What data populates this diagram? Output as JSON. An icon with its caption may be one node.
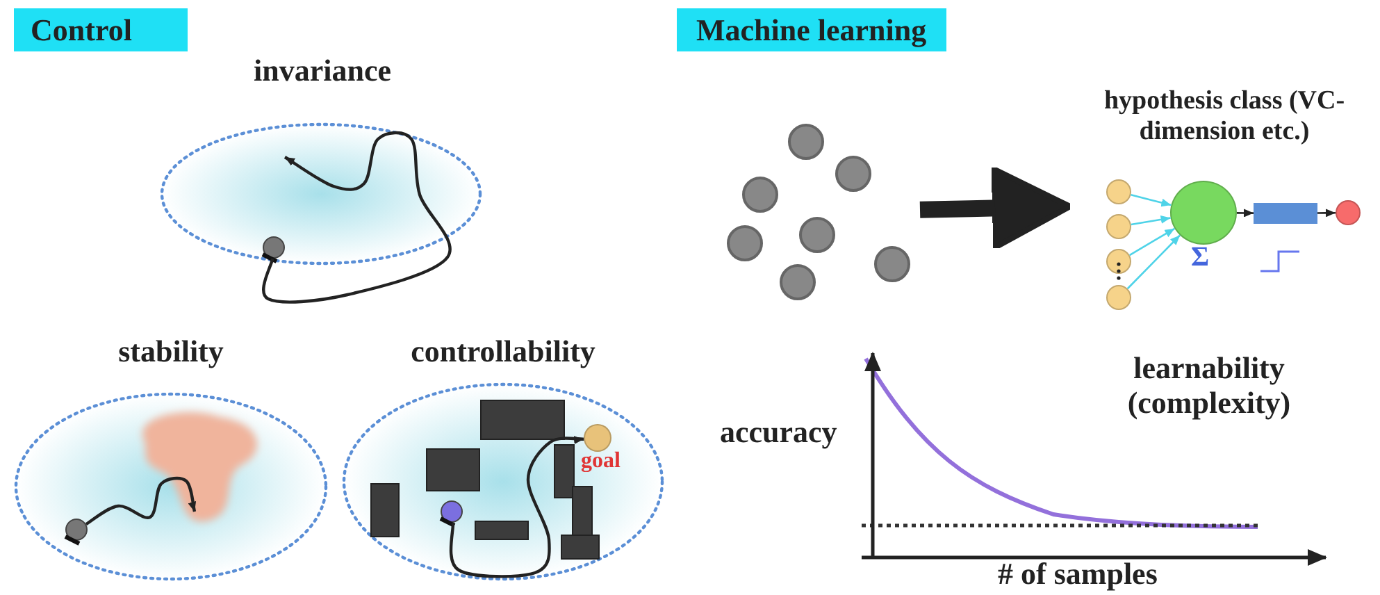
{
  "diagram": {
    "nodes": [
      {
        "text": [
          "invariance"
        ]
      },
      {
        "text": [],
        "shape": "circle",
        "in": 0
      },
      {
        "text": [
          "stability"
        ]
      },
      {
        "text": [],
        "shape": "circle",
        "in": 2
      },
      {
        "text": [
          "controllability"
        ]
      },
      {
        "text": [],
        "shape": "circle",
        "in": 4
      },
      {
        "text": [],
        "shape": "circle",
        "in": 4,
        "beside": [
          "goal"
        ]
      },
      {
        "text": [],
        "shape": "picture"
      },
      {
        "text": [
          "hypothesis class (VC-dimension etc.)"
        ]
      },
      {
        "text": [],
        "shape": "circle",
        "in": 8
      },
      {
        "text": [],
        "shape": "circle",
        "in": 8
      },
      {
        "text": [],
        "shape": "circle",
        "in": 8
      },
      {
        "text": [],
        "shape": "circle",
        "in": 8
      },
      {
        "text": [],
        "shape": "circle",
        "in": 8,
        "beside": [
          "Σ"
        ]
      },
      {
        "text": [],
        "shape": "box",
        "in": 8
      },
      {
        "text": [],
        "shape": "circle",
        "in": 8
      }
    ],
    "edges": [
      {
        "from": 1,
        "to": null,
        "arrow": "to"
      },
      {
        "from": 3,
        "to": null,
        "arrow": "to"
      },
      {
        "from": 5,
        "to": 6,
        "arrow": "to"
      },
      {
        "from": 7,
        "to": 8,
        "arrow": "to",
        "style": "thick"
      },
      {
        "from": 9,
        "to": 13,
        "arrow": "to",
        "color": "#4fd3e8"
      },
      {
        "from": 10,
        "to": 13,
        "arrow": "to",
        "color": "#4fd3e8"
      },
      {
        "from": 11,
        "to": 13,
        "arrow": "to",
        "color": "#4fd3e8"
      },
      {
        "from": 12,
        "to": 13,
        "arrow": "to",
        "color": "#4fd3e8"
      },
      {
        "from": 13,
        "to": 14,
        "arrow": "to"
      },
      {
        "from": 14,
        "to": 15,
        "arrow": "to"
      }
    ],
    "labels": [
      "Control",
      "Machine learning",
      "accuracy",
      "learnability (complexity)",
      "# of samples"
    ]
  }
}
